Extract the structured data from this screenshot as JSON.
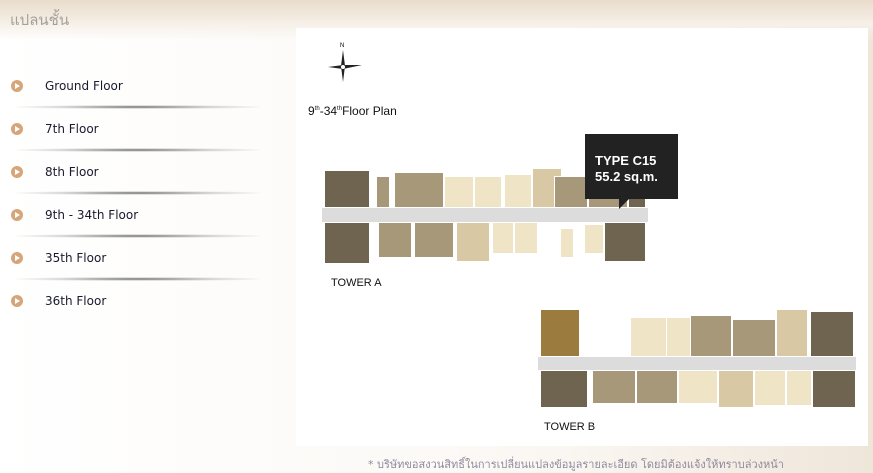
{
  "header": {
    "title": "แปลนชั้น"
  },
  "sidebar": {
    "items": [
      {
        "label": "Ground Floor"
      },
      {
        "label": "7th Floor"
      },
      {
        "label": "8th Floor"
      },
      {
        "label": "9th - 34th Floor"
      },
      {
        "label": "35th Floor"
      },
      {
        "label": "36th Floor"
      }
    ]
  },
  "plan": {
    "compass_label": "N",
    "title_a": "9",
    "title_a_sup": "th",
    "title_b": "-34",
    "title_b_sup": "th",
    "title_c": "Floor Plan",
    "tower_a": "TOWER A",
    "tower_b": "TOWER B",
    "tooltip": {
      "type": "TYPE C15",
      "area": "55.2 sq.m."
    }
  },
  "footer": {
    "note": "* บริษัทขอสงวนสิทธิ์ในการเปลี่ยนแปลงข้อมูลรายละเอียด โดยมิต้องแจ้งให้ทราบล่วงหน้า"
  },
  "colors": {
    "dark": "#6e6450",
    "mid": "#a8987a",
    "light": "#d8c9a4",
    "pale": "#efe4c6",
    "gold": "#9c7c3e",
    "icon": "#d6a67a"
  }
}
